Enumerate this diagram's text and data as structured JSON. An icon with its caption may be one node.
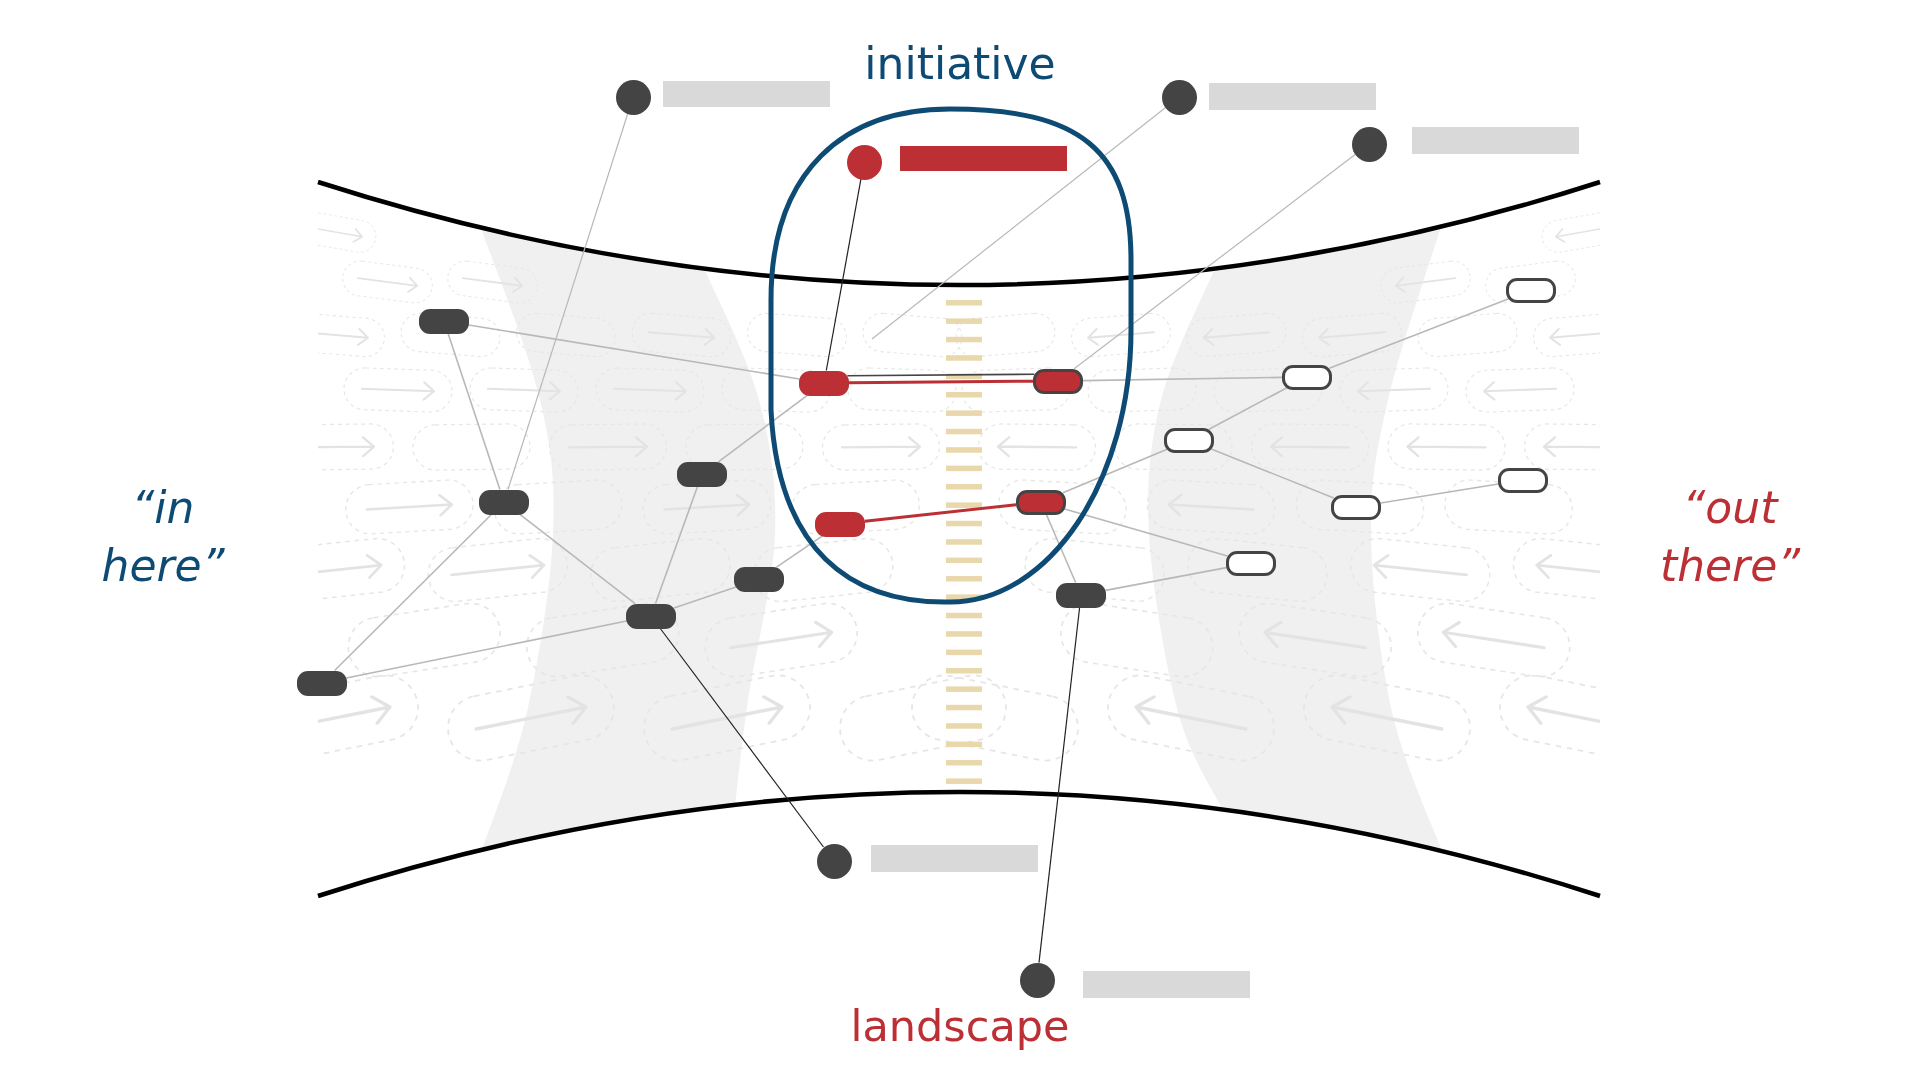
{
  "diagram": {
    "nodes": [
      {
        "text": [
          "initiative"
        ]
      },
      {
        "text": [],
        "shape": "circle"
      },
      {
        "text": [],
        "shape": "circle"
      },
      {
        "text": [],
        "shape": "circle",
        "in": 0
      },
      {
        "text": [],
        "shape": "circle"
      },
      {
        "text": [],
        "shape": "box"
      },
      {
        "text": [],
        "shape": "box"
      },
      {
        "text": [],
        "shape": "box"
      },
      {
        "text": [],
        "shape": "box",
        "in": 0
      },
      {
        "text": [],
        "shape": "box",
        "in": 0
      },
      {
        "text": [],
        "shape": "box"
      },
      {
        "text": [],
        "shape": "box"
      },
      {
        "text": [],
        "shape": "box"
      },
      {
        "text": [],
        "shape": "box"
      },
      {
        "text": [],
        "shape": "box",
        "in": 0
      },
      {
        "text": [],
        "shape": "box"
      },
      {
        "text": [],
        "shape": "box",
        "in": 0
      },
      {
        "text": [],
        "shape": "box"
      },
      {
        "text": [],
        "shape": "box"
      },
      {
        "text": [],
        "shape": "box"
      },
      {
        "text": [],
        "shape": "box"
      },
      {
        "text": [],
        "shape": "box"
      },
      {
        "text": [],
        "shape": "circle"
      },
      {
        "text": [],
        "shape": "circle"
      }
    ],
    "edges": [
      {
        "from": 1,
        "to": 13,
        "arrow": "none"
      },
      {
        "from": 2,
        "to": null,
        "arrow": "none"
      },
      {
        "from": 3,
        "to": 9,
        "arrow": "none",
        "color": "#222222"
      },
      {
        "from": 4,
        "to": 8,
        "arrow": "none"
      },
      {
        "from": 6,
        "to": 13,
        "arrow": "none"
      },
      {
        "from": 6,
        "to": 9,
        "arrow": "none"
      },
      {
        "from": 13,
        "to": 21,
        "arrow": "none"
      },
      {
        "from": 13,
        "to": 20,
        "arrow": "none"
      },
      {
        "from": 21,
        "to": 20,
        "arrow": "none"
      },
      {
        "from": 20,
        "to": 11,
        "arrow": "none"
      },
      {
        "from": 20,
        "to": 18,
        "arrow": "none"
      },
      {
        "from": 11,
        "to": 9,
        "arrow": "none"
      },
      {
        "from": 18,
        "to": 16,
        "arrow": "none"
      },
      {
        "from": 9,
        "to": 8,
        "arrow": "none",
        "color": "#bc3035"
      },
      {
        "from": 9,
        "to": 8,
        "arrow": "none",
        "color": "#444444"
      },
      {
        "from": 16,
        "to": 14,
        "arrow": "none",
        "color": "#bc3035"
      },
      {
        "from": 8,
        "to": 7,
        "arrow": "none"
      },
      {
        "from": 7,
        "to": 5,
        "arrow": "none"
      },
      {
        "from": 7,
        "to": 10,
        "arrow": "none"
      },
      {
        "from": 10,
        "to": 14,
        "arrow": "none"
      },
      {
        "from": 10,
        "to": 15,
        "arrow": "none"
      },
      {
        "from": 15,
        "to": 12,
        "arrow": "none"
      },
      {
        "from": 14,
        "to": 17,
        "arrow": "none"
      },
      {
        "from": 14,
        "to": 19,
        "arrow": "none"
      },
      {
        "from": 19,
        "to": 17,
        "arrow": "none"
      },
      {
        "from": 22,
        "to": 20,
        "arrow": "none",
        "color": "#222222"
      },
      {
        "from": 23,
        "to": 19,
        "arrow": "none",
        "color": "#222222"
      }
    ],
    "labels": [
      "“in here”",
      "“out there”",
      "landscape"
    ]
  }
}
